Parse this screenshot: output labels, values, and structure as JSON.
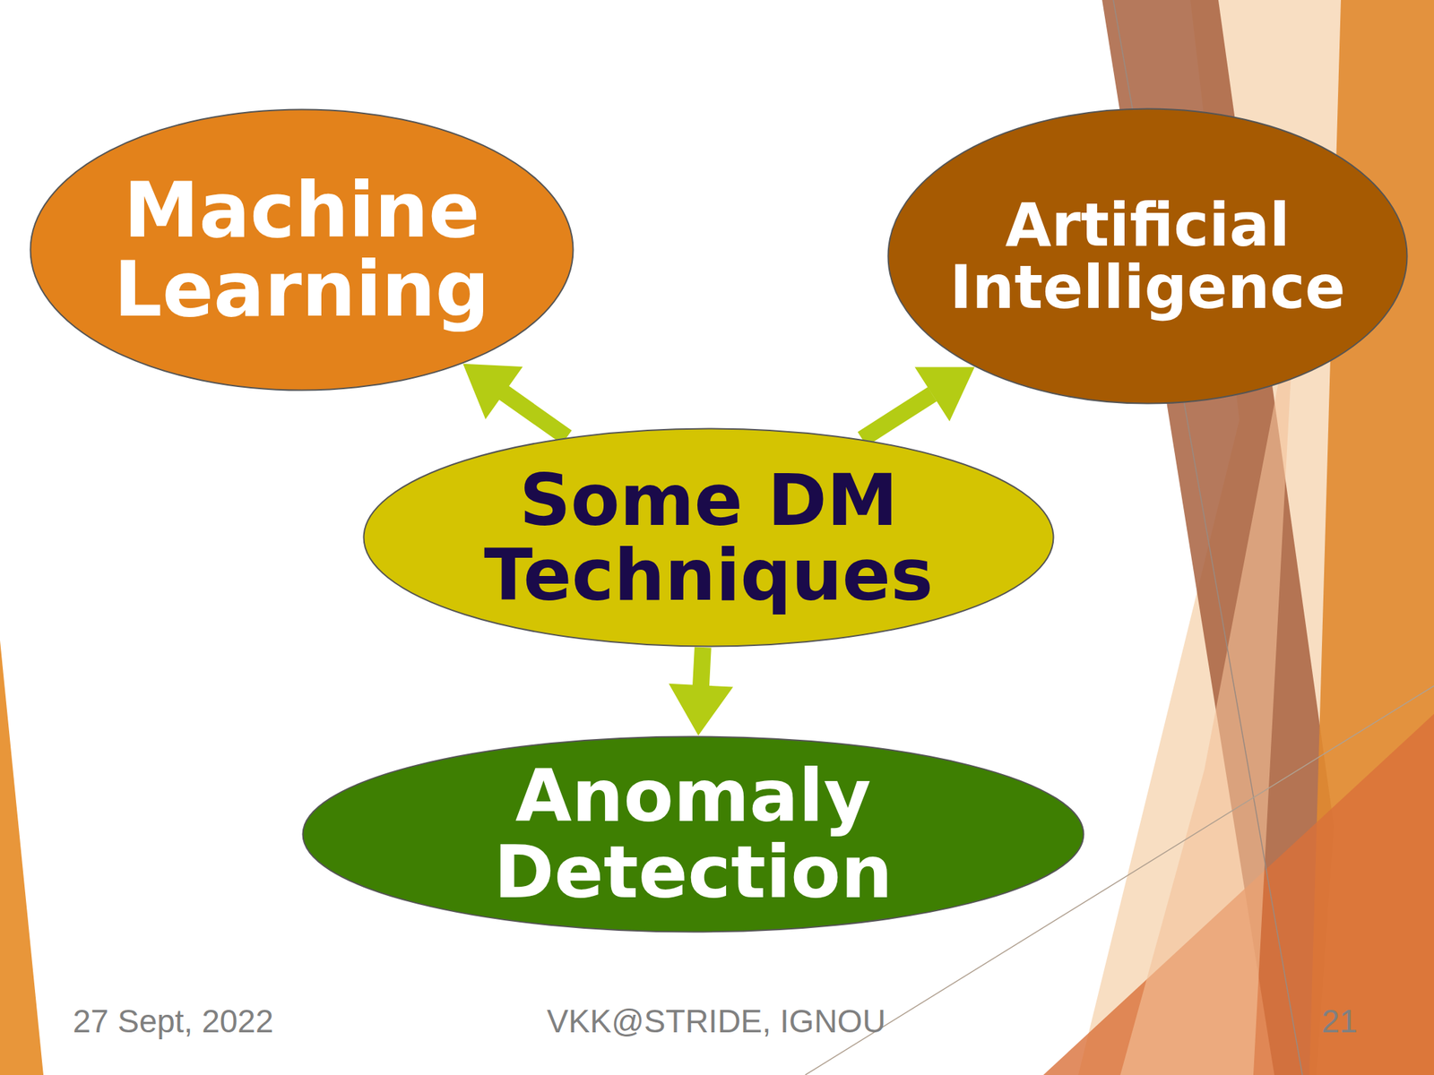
{
  "diagram": {
    "nodes": [
      {
        "text": [
          "Machine Learning"
        ]
      },
      {
        "text": [
          "Artificial Intelligence"
        ]
      },
      {
        "text": [
          "Some DM Techniques"
        ]
      },
      {
        "text": [
          "Anomaly Detection"
        ]
      }
    ],
    "edges": [
      {
        "from": 2,
        "to": 0,
        "arrow": "to"
      },
      {
        "from": 2,
        "to": 1,
        "arrow": "to"
      },
      {
        "from": 2,
        "to": 3,
        "arrow": "to"
      }
    ],
    "labels": [
      "27 Sept, 2022",
      "VKK@STRIDE, IGNOU",
      "21"
    ]
  }
}
